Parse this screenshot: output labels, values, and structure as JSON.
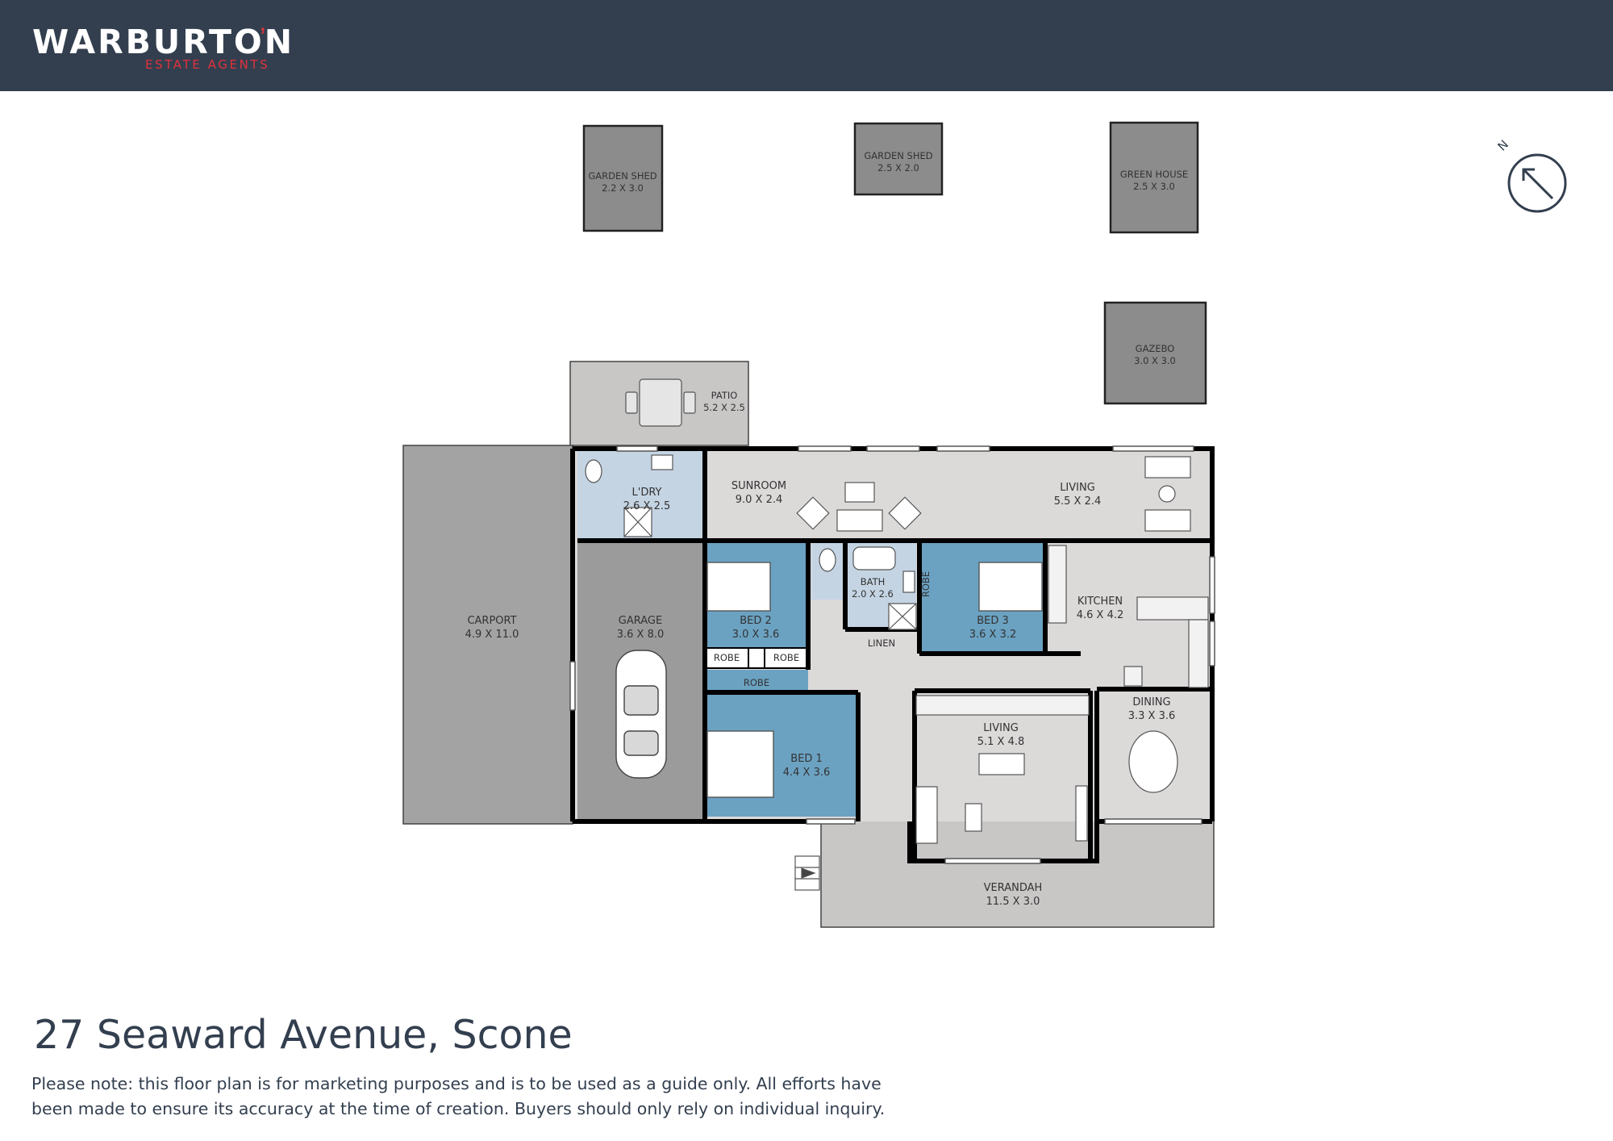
{
  "brand": {
    "name": "WARBURTON",
    "tagline": "ESTATE AGENTS",
    "primary_color": "#333f4f",
    "accent_color": "#e0323c"
  },
  "compass": {
    "label": "N",
    "icon": "compass-north-arrow-icon"
  },
  "rooms": {
    "garden_shed_1": {
      "name": "GARDEN SHED",
      "size": "2.2 X 3.0"
    },
    "garden_shed_2": {
      "name": "GARDEN SHED",
      "size": "2.5 X 2.0"
    },
    "green_house": {
      "name": "GREEN HOUSE",
      "size": "2.5 X 3.0"
    },
    "gazebo": {
      "name": "GAZEBO",
      "size": "3.0 X 3.0"
    },
    "patio": {
      "name": "PATIO",
      "size": "5.2 X 2.5"
    },
    "carport": {
      "name": "CARPORT",
      "size": "4.9 X 11.0"
    },
    "laundry": {
      "name": "L'DRY",
      "size": "2.6 X 2.5"
    },
    "sunroom": {
      "name": "SUNROOM",
      "size": "9.0 X 2.4"
    },
    "living_north": {
      "name": "LIVING",
      "size": "5.5 X 2.4"
    },
    "garage": {
      "name": "GARAGE",
      "size": "3.6 X 8.0"
    },
    "bed2": {
      "name": "BED 2",
      "size": "3.0 X 3.6"
    },
    "bath": {
      "name": "BATH",
      "size": "2.0 X 2.6"
    },
    "bed3": {
      "name": "BED 3",
      "size": "3.6 X 3.2"
    },
    "kitchen": {
      "name": "KITCHEN",
      "size": "4.6 X 4.2"
    },
    "robe_a": {
      "name": "ROBE"
    },
    "robe_b": {
      "name": "ROBE"
    },
    "robe_c": {
      "name": "ROBE"
    },
    "robe_d": {
      "name": "ROBE"
    },
    "linen": {
      "name": "LINEN"
    },
    "bed1": {
      "name": "BED 1",
      "size": "4.4 X 3.6"
    },
    "living_main": {
      "name": "LIVING",
      "size": "5.1 X 4.8"
    },
    "dining": {
      "name": "DINING",
      "size": "3.3 X 3.6"
    },
    "verandah": {
      "name": "VERANDAH",
      "size": "11.5 X 3.0"
    }
  },
  "colors": {
    "outdoor_grey": "#8c8c8c",
    "carport_grey": "#a3a3a3",
    "garage_grey": "#9b9b9b",
    "interior_light": "#dcd9d9",
    "bedroom_blue": "#6ba2c2",
    "wet_area_blue": "#c4d4e3",
    "wall": "#000000"
  },
  "address": "27 Seaward Avenue, Scone",
  "disclaimer": "Please note: this floor plan is for marketing purposes and is to be used as a guide only. All efforts have been made to ensure its accuracy at the time of creation. Buyers should only rely on individual inquiry."
}
